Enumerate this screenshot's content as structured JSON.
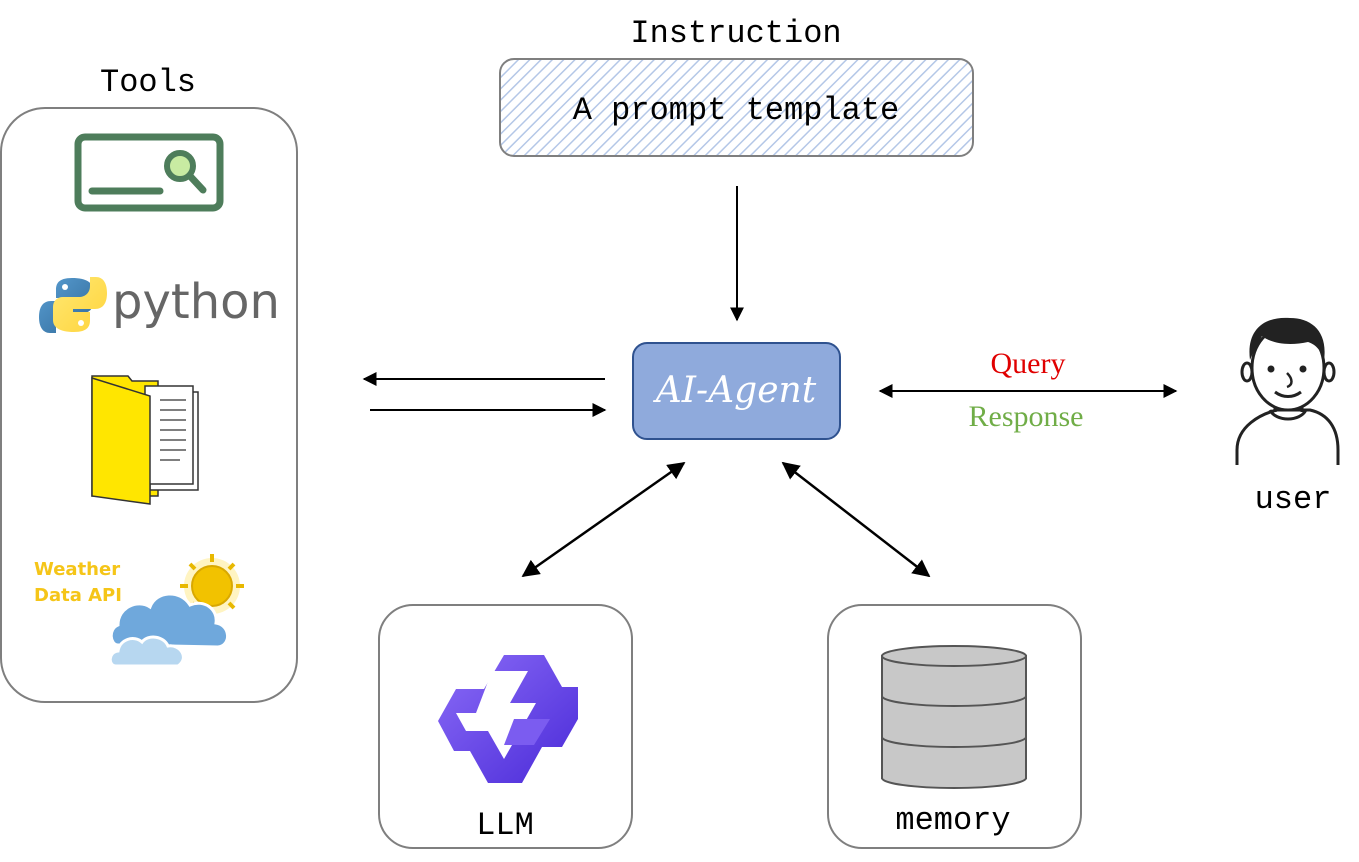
{
  "instruction": {
    "title": "Instruction",
    "template_label": "A prompt template"
  },
  "tools": {
    "title": "Tools",
    "items": [
      "search-tool",
      "python",
      "file-folder",
      "weather-api"
    ],
    "python_label": "python",
    "weather_label_line1": "Weather",
    "weather_label_line2": "Data API"
  },
  "agent": {
    "label": "AI-Agent"
  },
  "interaction": {
    "query_label": "Query",
    "response_label": "Response"
  },
  "user": {
    "label": "user"
  },
  "llm": {
    "label": "LLM"
  },
  "memory": {
    "label": "memory"
  },
  "colors": {
    "agent_fill": "#8FAADC",
    "agent_border": "#2F528F",
    "query": "#E00000",
    "response": "#70AD47",
    "box_border": "#7f7f7f",
    "template_hatch": "#B4C7E7",
    "search_icon": "#4E7D5B",
    "python_blue": "#3776AB",
    "python_yellow": "#FFD43B",
    "folder_yellow": "#FFE600",
    "weather_text": "#F5C518",
    "cloud_blue": "#6FA8DC",
    "llm_purple": "#6A3FE8",
    "db_gray": "#C8C8C8"
  }
}
